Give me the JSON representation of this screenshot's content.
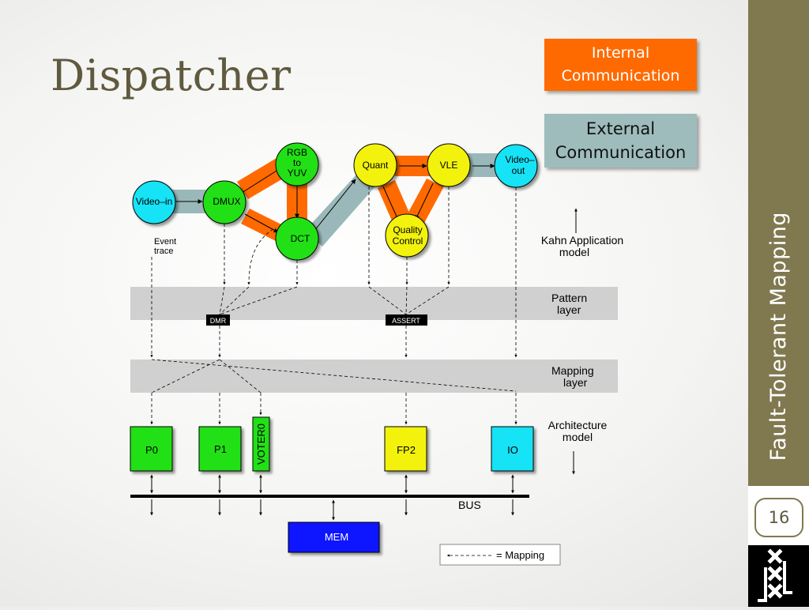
{
  "slide": {
    "title": "Dispatcher",
    "sidebar_title": "Fault-Tolerant Mapping",
    "slide_number": "16",
    "logo_icon": "uva-logo-icon"
  },
  "legend": {
    "internal": [
      "Internal",
      "Communication"
    ],
    "external": [
      "External",
      "Communication"
    ],
    "internal_color": "#ff6a00",
    "external_color": "#9fbcbd"
  },
  "diagram": {
    "processes": {
      "video_in": "Video–in",
      "dmux": "DMUX",
      "rgb": [
        "RGB",
        "to",
        "YUV"
      ],
      "dct": "DCT",
      "quant": "Quant",
      "vle": "VLE",
      "quality": [
        "Quality",
        "Control"
      ],
      "video_out": [
        "Video–",
        "out"
      ]
    },
    "event_trace": [
      "Event",
      "trace"
    ],
    "kahn_label": [
      "Kahn Application",
      "model"
    ],
    "pattern_layer": [
      "Pattern",
      "layer"
    ],
    "mapping_layer": [
      "Mapping",
      "layer"
    ],
    "architecture_label": [
      "Architecture",
      "model"
    ],
    "dmr": "DMR",
    "assert": "ASSERT",
    "resources": {
      "p0": "P0",
      "p1": "P1",
      "voter": "VOTER0",
      "fp2": "FP2",
      "io": "IO",
      "mem": "MEM"
    },
    "bus": "BUS",
    "mapping_legend": "= Mapping"
  }
}
